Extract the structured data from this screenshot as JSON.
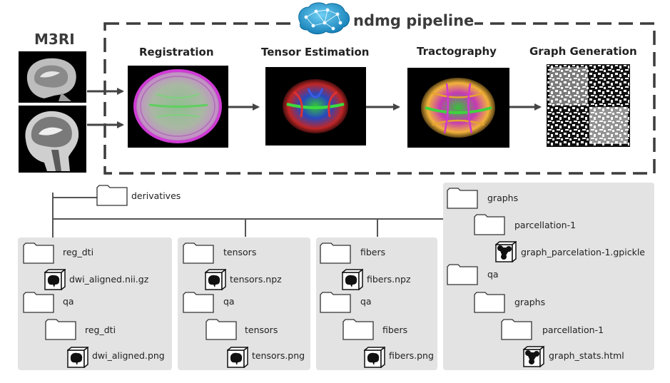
{
  "header": {
    "m3ri_label": "M3RI",
    "pipeline_title": "ndmg pipeline"
  },
  "steps": [
    {
      "label": "Registration"
    },
    {
      "label": "Tensor Estimation"
    },
    {
      "label": "Tractography"
    },
    {
      "label": "Graph Generation"
    }
  ],
  "tree": {
    "root": "derivatives",
    "panel1": {
      "f1": "reg_dti",
      "file1": "dwi_aligned.nii.gz",
      "f2": "qa",
      "f3": "reg_dti",
      "file2": "dwi_aligned.png"
    },
    "panel2": {
      "f1": "tensors",
      "file1": "tensors.npz",
      "f2": "qa",
      "f3": "tensors",
      "file2": "tensors.png"
    },
    "panel3": {
      "f1": "fibers",
      "file1": "fibers.npz",
      "f2": "qa",
      "f3": "fibers",
      "file2": "fibers.png"
    },
    "panel4": {
      "f1": "graphs",
      "f2": "parcellation-1",
      "file1": "graph_parcelation-1.gpickle",
      "f3": "qa",
      "f4": "graphs",
      "f5": "parcellation-1",
      "file2": "graph_stats.html"
    }
  },
  "icons": {
    "brain_logo": "brain-network-logo-icon",
    "folder": "folder-icon",
    "brain_file": "brain-file-icon",
    "graph_file": "graph-file-icon"
  },
  "colors": {
    "dashed_border": "#3c3c3c",
    "panel_bg": "#e3e3e3",
    "logo_blue": "#2ea3d8"
  }
}
